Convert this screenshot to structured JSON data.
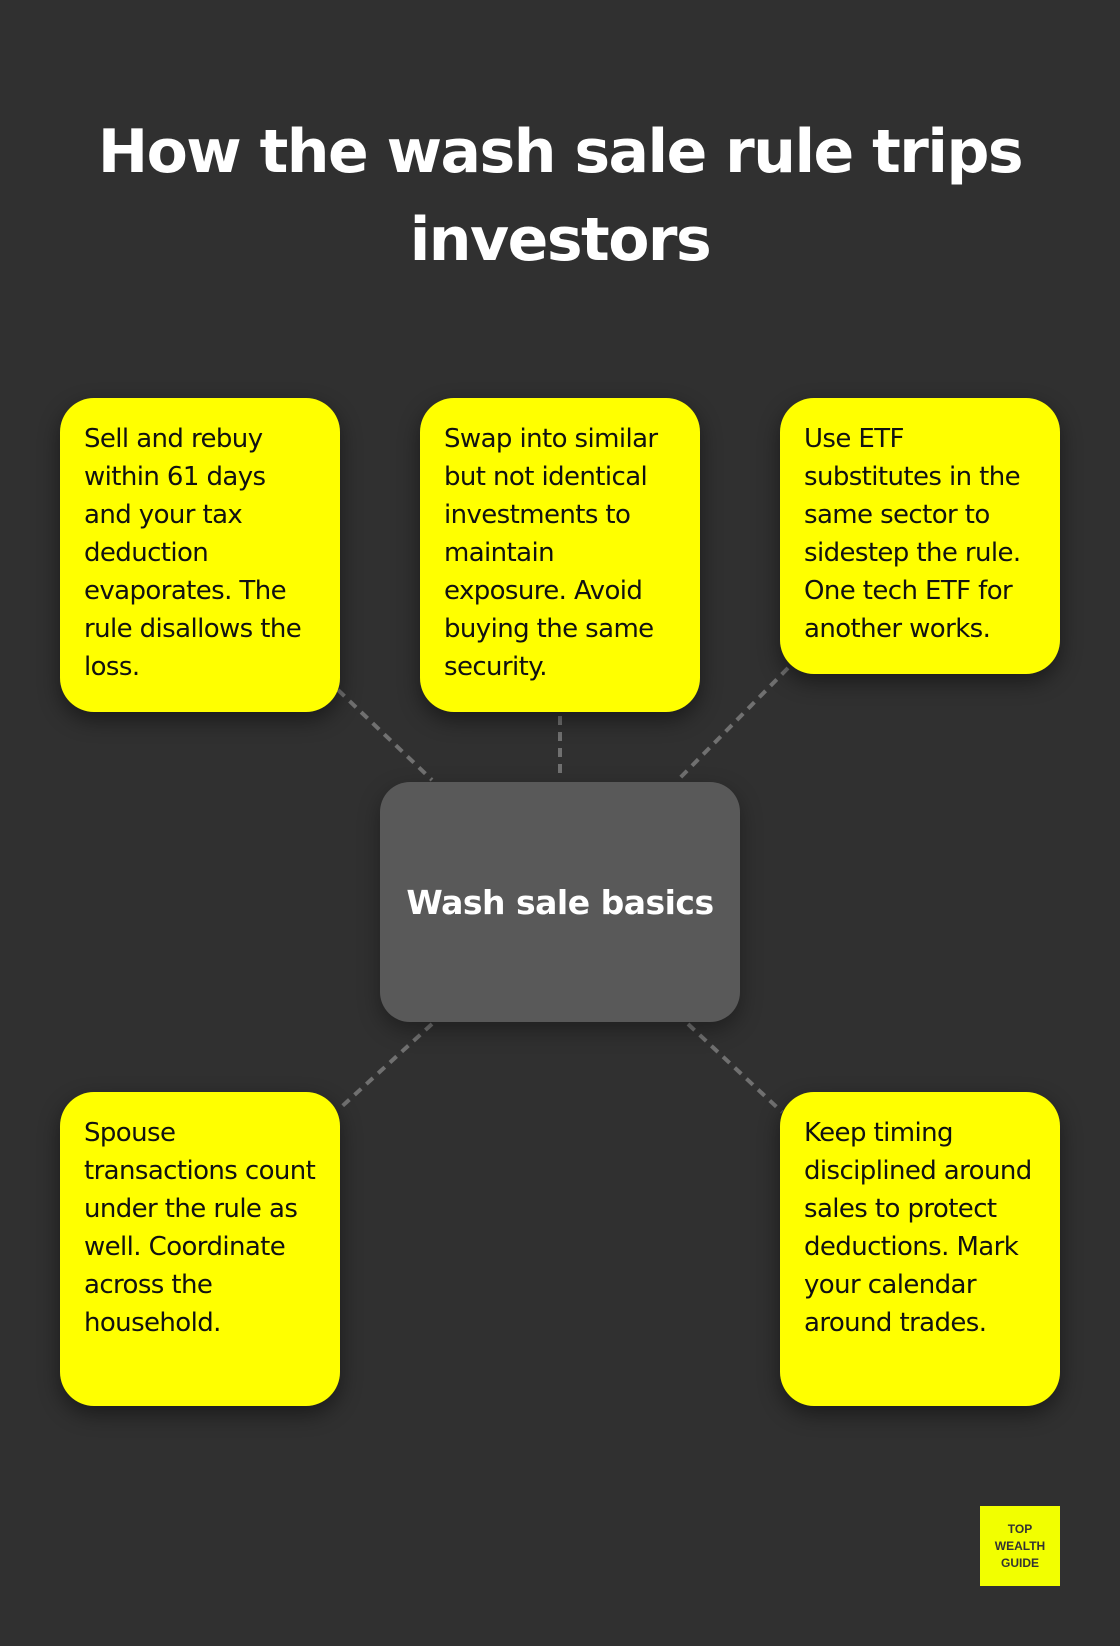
{
  "title": "How the wash sale rule trips investors",
  "center": {
    "label": "Wash sale basics",
    "color": "#595959"
  },
  "cards": [
    {
      "position": "top-left",
      "text": "Sell and rebuy within 61 days and your tax deduction evaporates. The rule disallows the loss."
    },
    {
      "position": "top-center",
      "text": "Swap into similar but not identical investments to maintain exposure. Avoid buying the same security."
    },
    {
      "position": "top-right",
      "text": "Use ETF substitutes in the same sector to sidestep the rule. One tech ETF for another works."
    },
    {
      "position": "bottom-left",
      "text": "Spouse transactions count under the rule as well. Coordinate across the household."
    },
    {
      "position": "bottom-right",
      "text": "Keep timing disciplined around sales to protect deductions. Mark your calendar around trades."
    }
  ],
  "logo": {
    "line1": "TOP",
    "line2": "WEALTH",
    "line3": "GUIDE"
  },
  "colors": {
    "background": "#303030",
    "card": "#ffff00",
    "connector": "#707070",
    "text_light": "#ffffff"
  }
}
